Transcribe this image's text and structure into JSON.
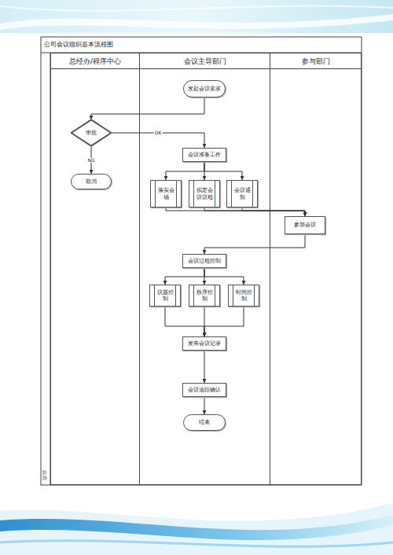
{
  "diagram": {
    "title": "公司会议组织基本流程图",
    "nodes": [
      {
        "text": [
          "总经办/程序中心"
        ]
      },
      {
        "text": [
          "会议主导部门"
        ]
      },
      {
        "text": [
          "参与部门"
        ]
      },
      {
        "text": [
          "发起会议要求"
        ],
        "in": 1
      },
      {
        "text": [
          "审批"
        ],
        "in": 0
      },
      {
        "text": [
          "取消"
        ],
        "in": 0
      },
      {
        "text": [
          "会议准备工作"
        ],
        "in": 1
      },
      {
        "text": [
          "落实会场"
        ],
        "in": 1
      },
      {
        "text": [
          "拟定会议议程"
        ],
        "in": 1
      },
      {
        "text": [
          "会议通知"
        ],
        "in": 1
      },
      {
        "text": [
          "参加会议"
        ],
        "in": 2
      },
      {
        "text": [
          "会议过程控制"
        ],
        "in": 1
      },
      {
        "text": [
          "议题控制"
        ],
        "in": 1
      },
      {
        "text": [
          "秩序控制"
        ],
        "in": 1
      },
      {
        "text": [
          "时间控制"
        ],
        "in": 1
      },
      {
        "text": [
          "发布会议记录"
        ],
        "in": 1
      },
      {
        "text": [
          "会议追踪确认"
        ],
        "in": 1
      },
      {
        "text": [
          "结束"
        ],
        "in": 1
      }
    ],
    "edges": [
      {
        "from": 3,
        "to": 4,
        "arrow": "to"
      },
      {
        "from": 4,
        "to": 6,
        "label": "OK",
        "arrow": "to"
      },
      {
        "from": 4,
        "to": 5,
        "label": "NG",
        "arrow": "to"
      },
      {
        "from": 6,
        "to": 7,
        "arrow": "to"
      },
      {
        "from": 6,
        "to": 8,
        "arrow": "to"
      },
      {
        "from": 6,
        "to": 9,
        "arrow": "to"
      },
      {
        "from": 7,
        "to": 10,
        "arrow": "to"
      },
      {
        "from": 8,
        "to": 10,
        "arrow": "to"
      },
      {
        "from": 9,
        "to": 10,
        "arrow": "to"
      },
      {
        "from": 10,
        "to": 11,
        "arrow": "to"
      },
      {
        "from": 11,
        "to": 12,
        "arrow": "to"
      },
      {
        "from": 11,
        "to": 13,
        "arrow": "to"
      },
      {
        "from": 11,
        "to": 14,
        "arrow": "to"
      },
      {
        "from": 12,
        "to": 15,
        "arrow": "to"
      },
      {
        "from": 13,
        "to": 15,
        "arrow": "to"
      },
      {
        "from": 14,
        "to": 15,
        "arrow": "to"
      },
      {
        "from": 15,
        "to": 16,
        "arrow": "to"
      },
      {
        "from": 16,
        "to": 17,
        "arrow": "to"
      }
    ],
    "labels": [
      "阶段"
    ]
  }
}
